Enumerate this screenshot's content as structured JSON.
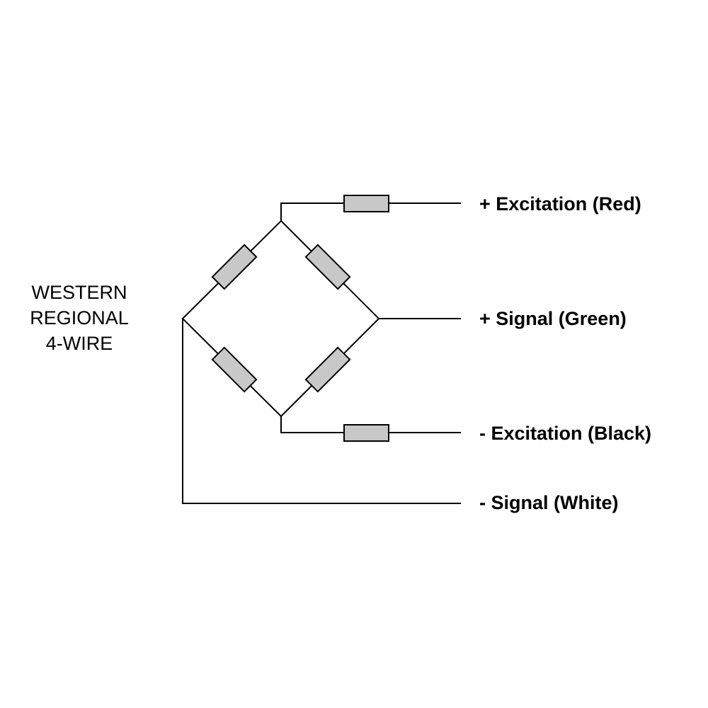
{
  "diagram": {
    "caption": [
      "WESTERN",
      "REGIONAL",
      "4-WIRE"
    ],
    "terminals": {
      "excitation_positive": "+ Excitation (Red)",
      "signal_positive": "+ Signal (Green)",
      "excitation_negative": "- Excitation (Black)",
      "signal_negative": "- Signal (White)"
    },
    "colors": {
      "wire": "#000000",
      "resistor_fill": "#c8c8c8",
      "background": "#ffffff"
    }
  }
}
